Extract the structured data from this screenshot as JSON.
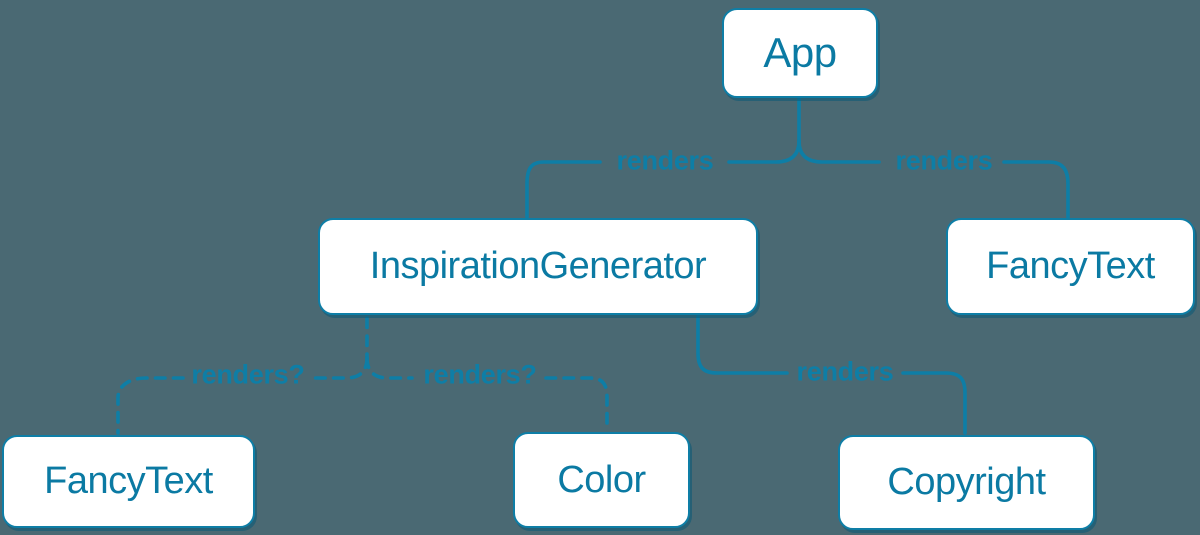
{
  "colors": {
    "background": "#4a6973",
    "accent": "#0e7ea6",
    "node_background": "#ffffff",
    "node_text": "#0b7aa3",
    "node_shadow": "rgba(10, 90, 118, 0.55)"
  },
  "nodes": [
    {
      "id": "app",
      "label": "App"
    },
    {
      "id": "inspiration-generator",
      "label": "InspirationGenerator"
    },
    {
      "id": "fancytext-top",
      "label": "FancyText"
    },
    {
      "id": "fancytext-bottom",
      "label": "FancyText"
    },
    {
      "id": "color",
      "label": "Color"
    },
    {
      "id": "copyright",
      "label": "Copyright"
    }
  ],
  "edges": [
    {
      "from": "App",
      "to": "InspirationGenerator",
      "label": "renders",
      "style": "solid"
    },
    {
      "from": "App",
      "to": "FancyText",
      "label": "renders",
      "style": "solid"
    },
    {
      "from": "InspirationGenerator",
      "to": "FancyText",
      "label": "renders?",
      "style": "dashed"
    },
    {
      "from": "InspirationGenerator",
      "to": "Color",
      "label": "renders?",
      "style": "dashed"
    },
    {
      "from": "InspirationGenerator",
      "to": "Copyright",
      "label": "renders",
      "style": "solid"
    }
  ]
}
